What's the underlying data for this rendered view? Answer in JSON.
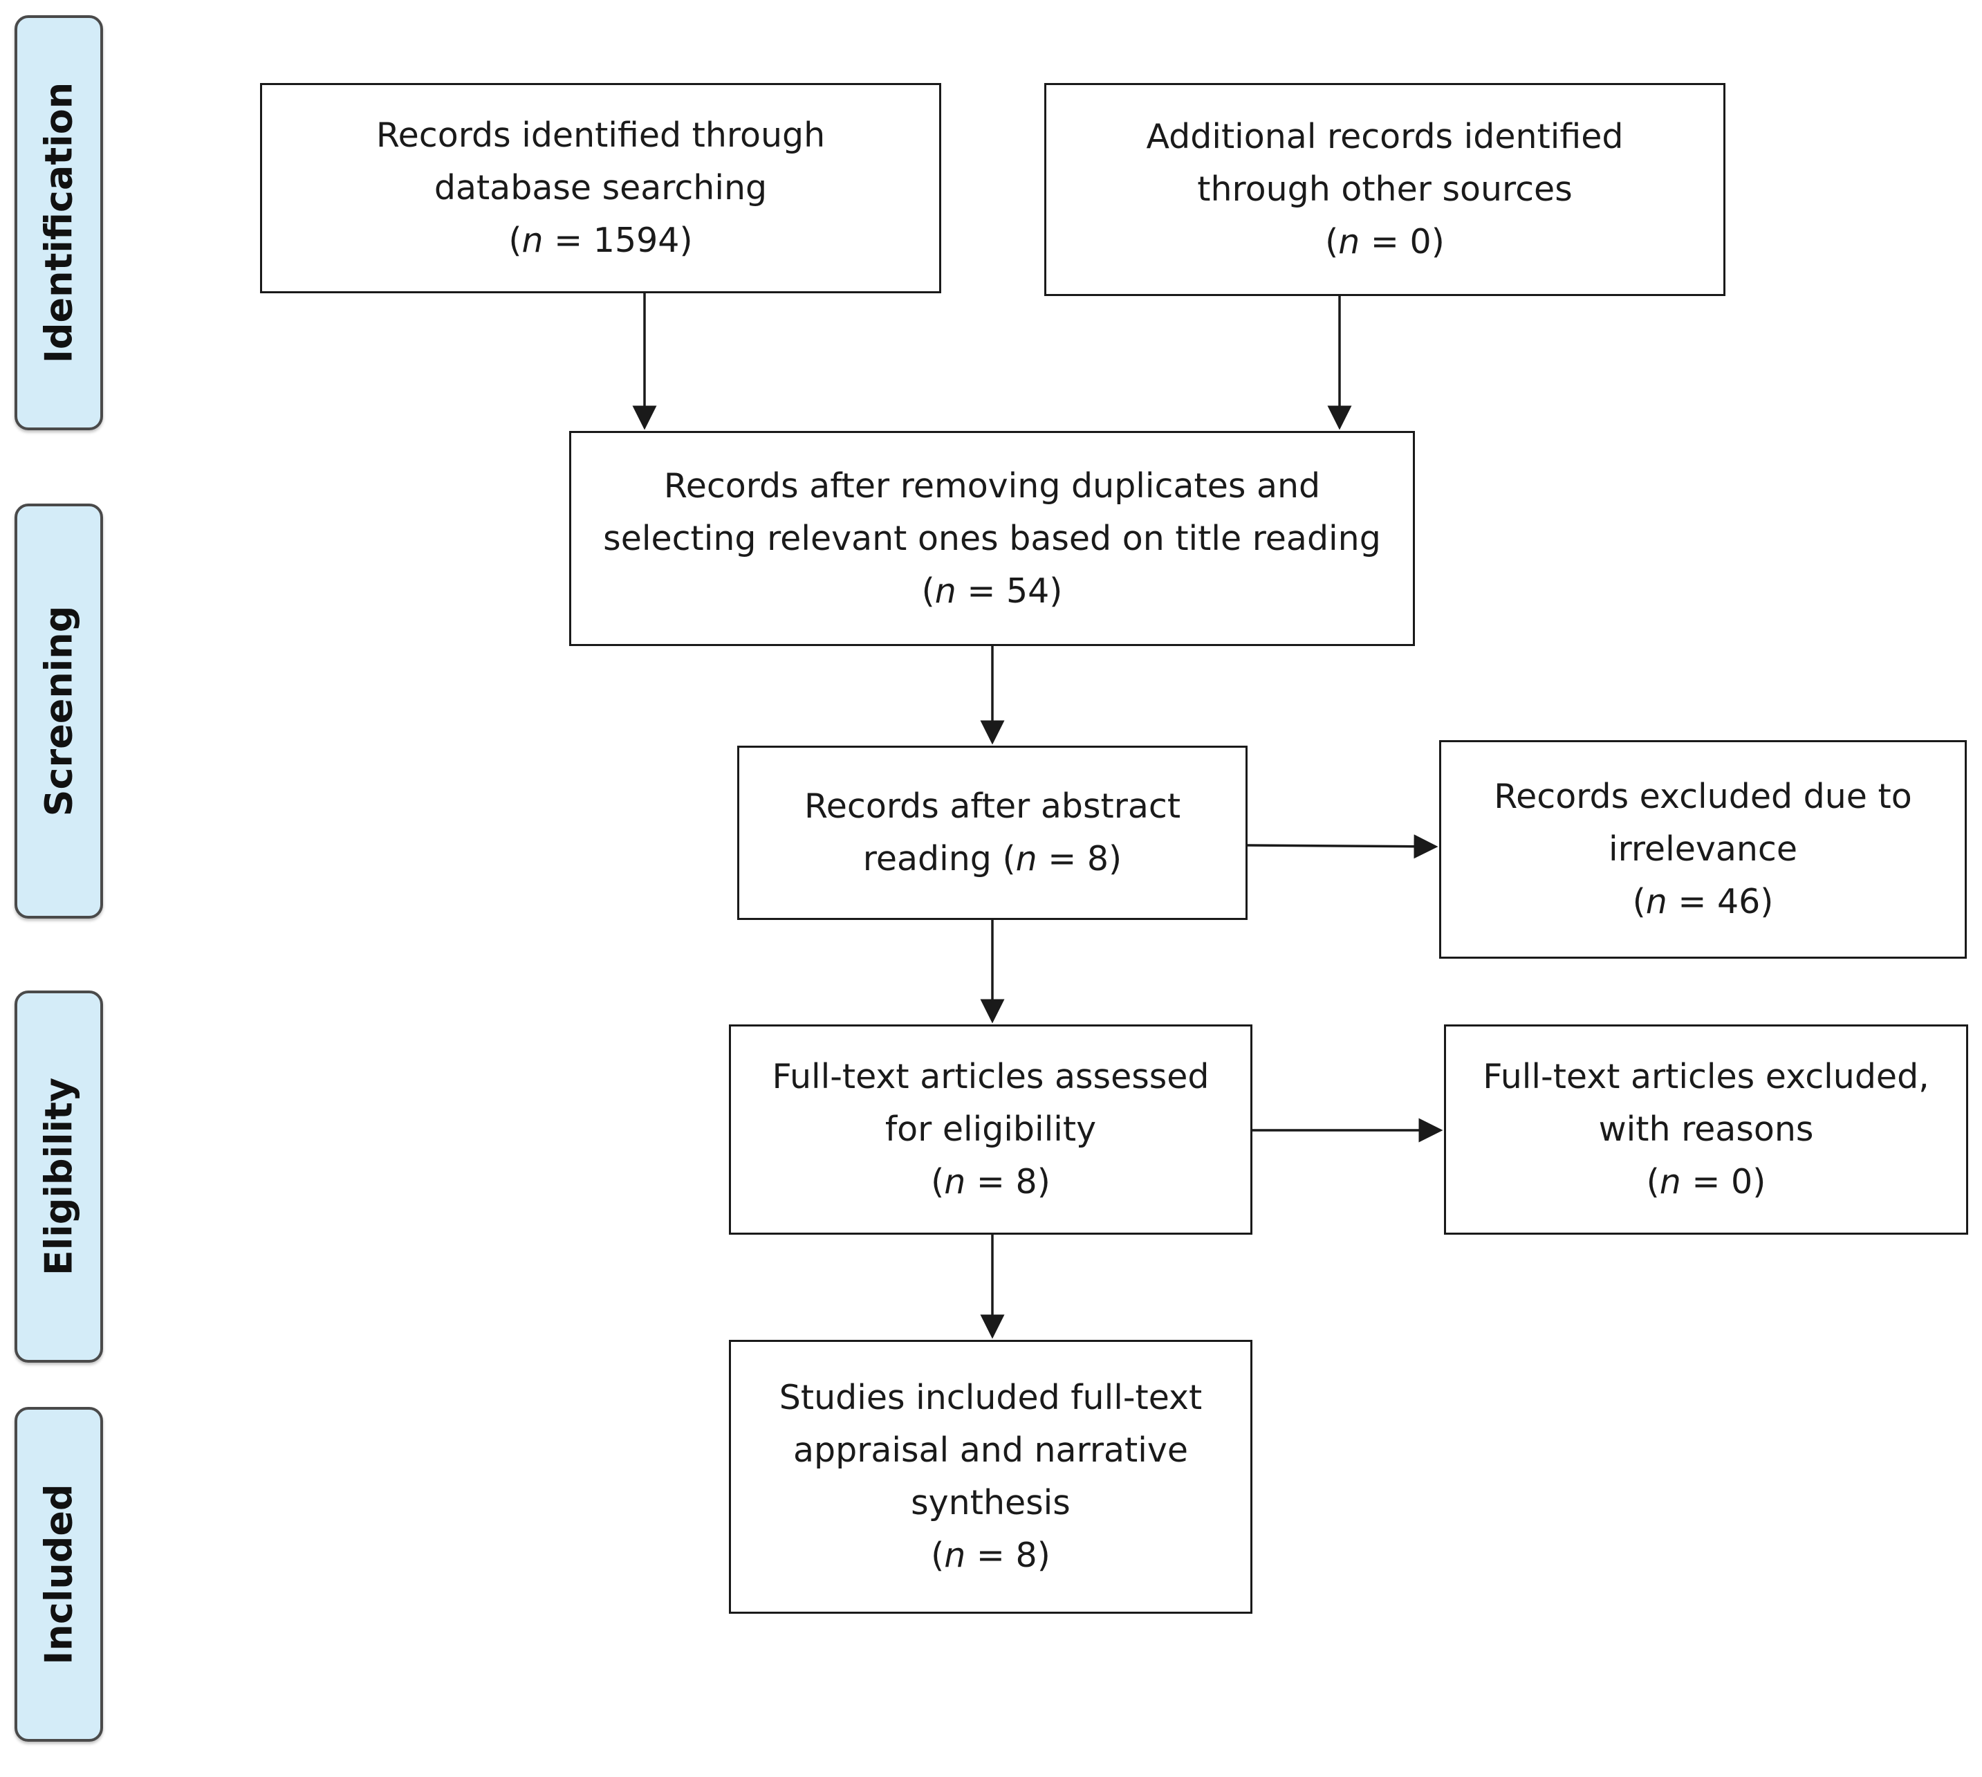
{
  "phases": {
    "identification": "Identification",
    "screening": "Screening",
    "eligibility": "Eligibility",
    "included": "Included"
  },
  "boxes": {
    "database_records": {
      "line1": "Records identified through",
      "line2": "database searching",
      "n_prefix": "(",
      "n_var": "n",
      "n_value": " =  1594)"
    },
    "other_records": {
      "line1": "Additional records identified",
      "line2": "through other sources",
      "n_prefix": "(",
      "n_var": "n",
      "n_value": " =  0)"
    },
    "after_duplicates": {
      "line1": "Records after removing duplicates and",
      "line2": "selecting relevant ones based on title reading",
      "n_prefix": "(",
      "n_var": "n",
      "n_value": " =  54)"
    },
    "after_abstract": {
      "line1": "Records after abstract",
      "line2_prefix": "reading (",
      "n_var": "n",
      "n_value": " = 8)"
    },
    "excluded_irrelevance": {
      "line1": "Records excluded due to",
      "line2": "irrelevance",
      "n_prefix": "(",
      "n_var": "n",
      "n_value": " = 46)"
    },
    "fulltext_assessed": {
      "line1": "Full-text articles assessed",
      "line2": "for eligibility",
      "n_prefix": "(",
      "n_var": "n",
      "n_value": " = 8)"
    },
    "fulltext_excluded": {
      "line1": "Full-text articles excluded,",
      "line2": "with reasons",
      "n_prefix": "(",
      "n_var": "n",
      "n_value": " = 0)"
    },
    "studies_included": {
      "line1": "Studies included full-text",
      "line2": "appraisal and narrative",
      "line3": "synthesis",
      "n_prefix": "(",
      "n_var": "n",
      "n_value": " = 8)"
    }
  },
  "colors": {
    "phase_fill": "#d4ecf8",
    "phase_border": "#4a4a4a",
    "box_border": "#1a1a1a",
    "arrow": "#1a1a1a"
  }
}
